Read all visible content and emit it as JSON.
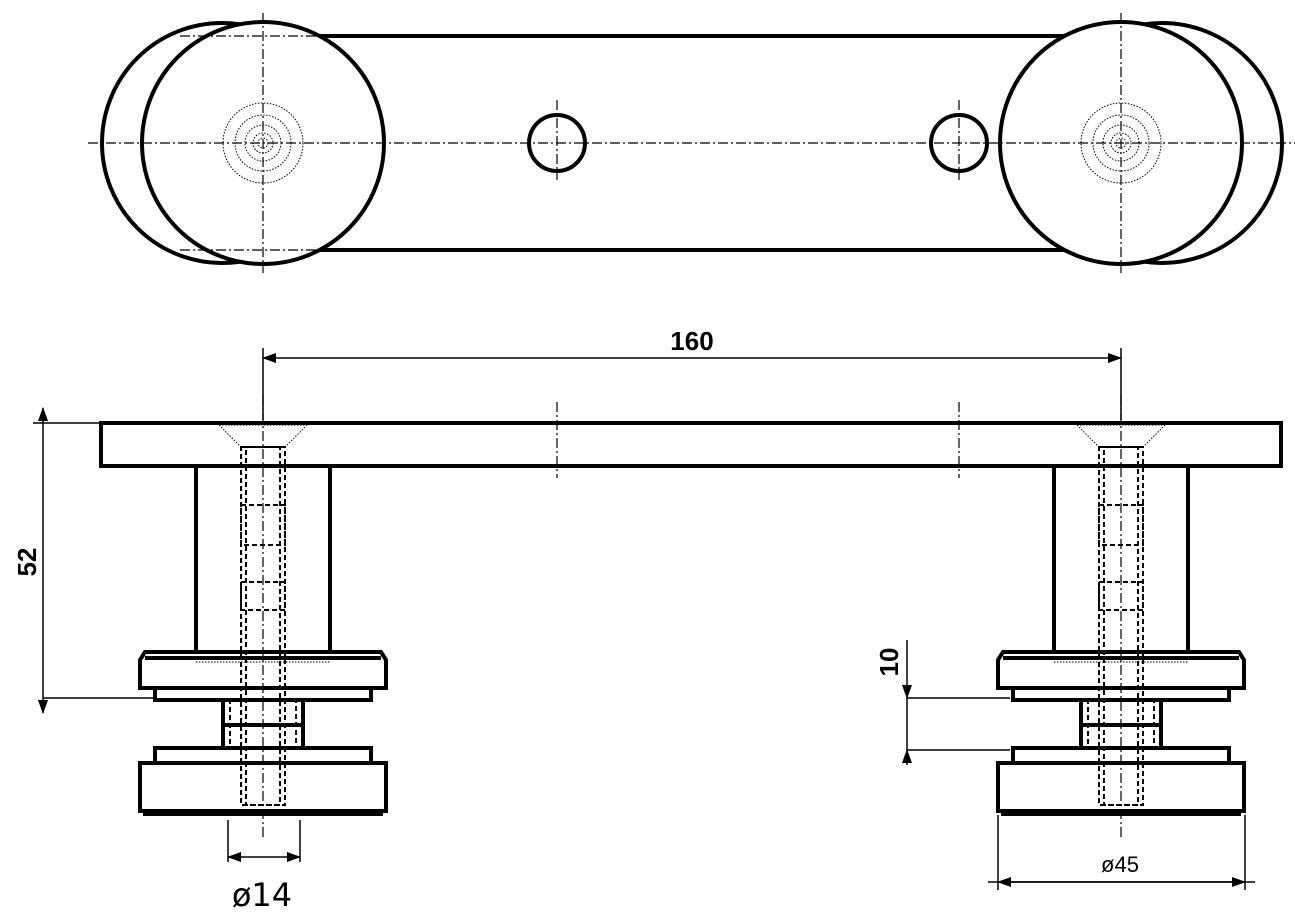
{
  "drawing": {
    "dimensions": {
      "center_distance": "160",
      "total_height": "52",
      "gap_height": "10",
      "bolt_diameter": "ø14",
      "disc_diameter": "ø45"
    }
  }
}
